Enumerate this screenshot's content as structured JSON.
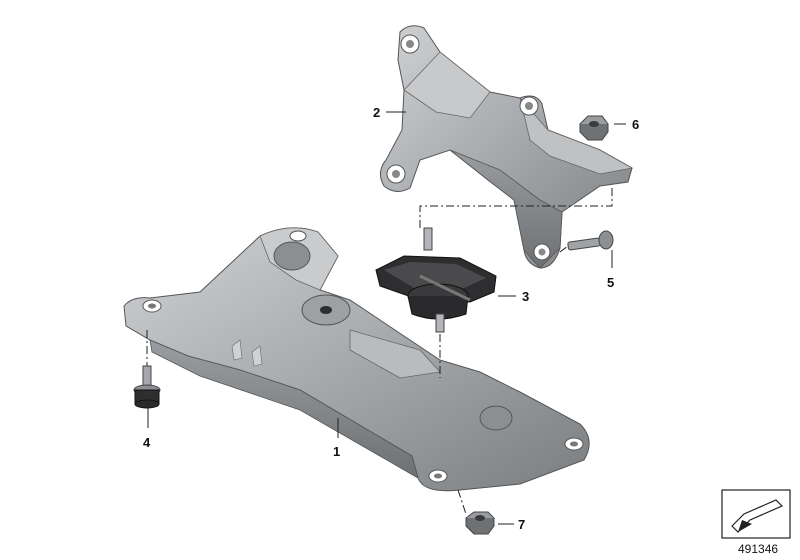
{
  "diagram": {
    "callouts": [
      {
        "id": "1",
        "label": "1"
      },
      {
        "id": "2",
        "label": "2"
      },
      {
        "id": "3",
        "label": "3"
      },
      {
        "id": "4",
        "label": "4"
      },
      {
        "id": "5",
        "label": "5"
      },
      {
        "id": "6",
        "label": "6"
      },
      {
        "id": "7",
        "label": "7"
      }
    ],
    "reference_number": "491346"
  },
  "colors": {
    "part_fill": "#a9acaf",
    "part_dark": "#7e8184",
    "part_light": "#d3d5d7",
    "outline": "#555555",
    "rubber": "#2e2e30",
    "leader": "#222222"
  }
}
